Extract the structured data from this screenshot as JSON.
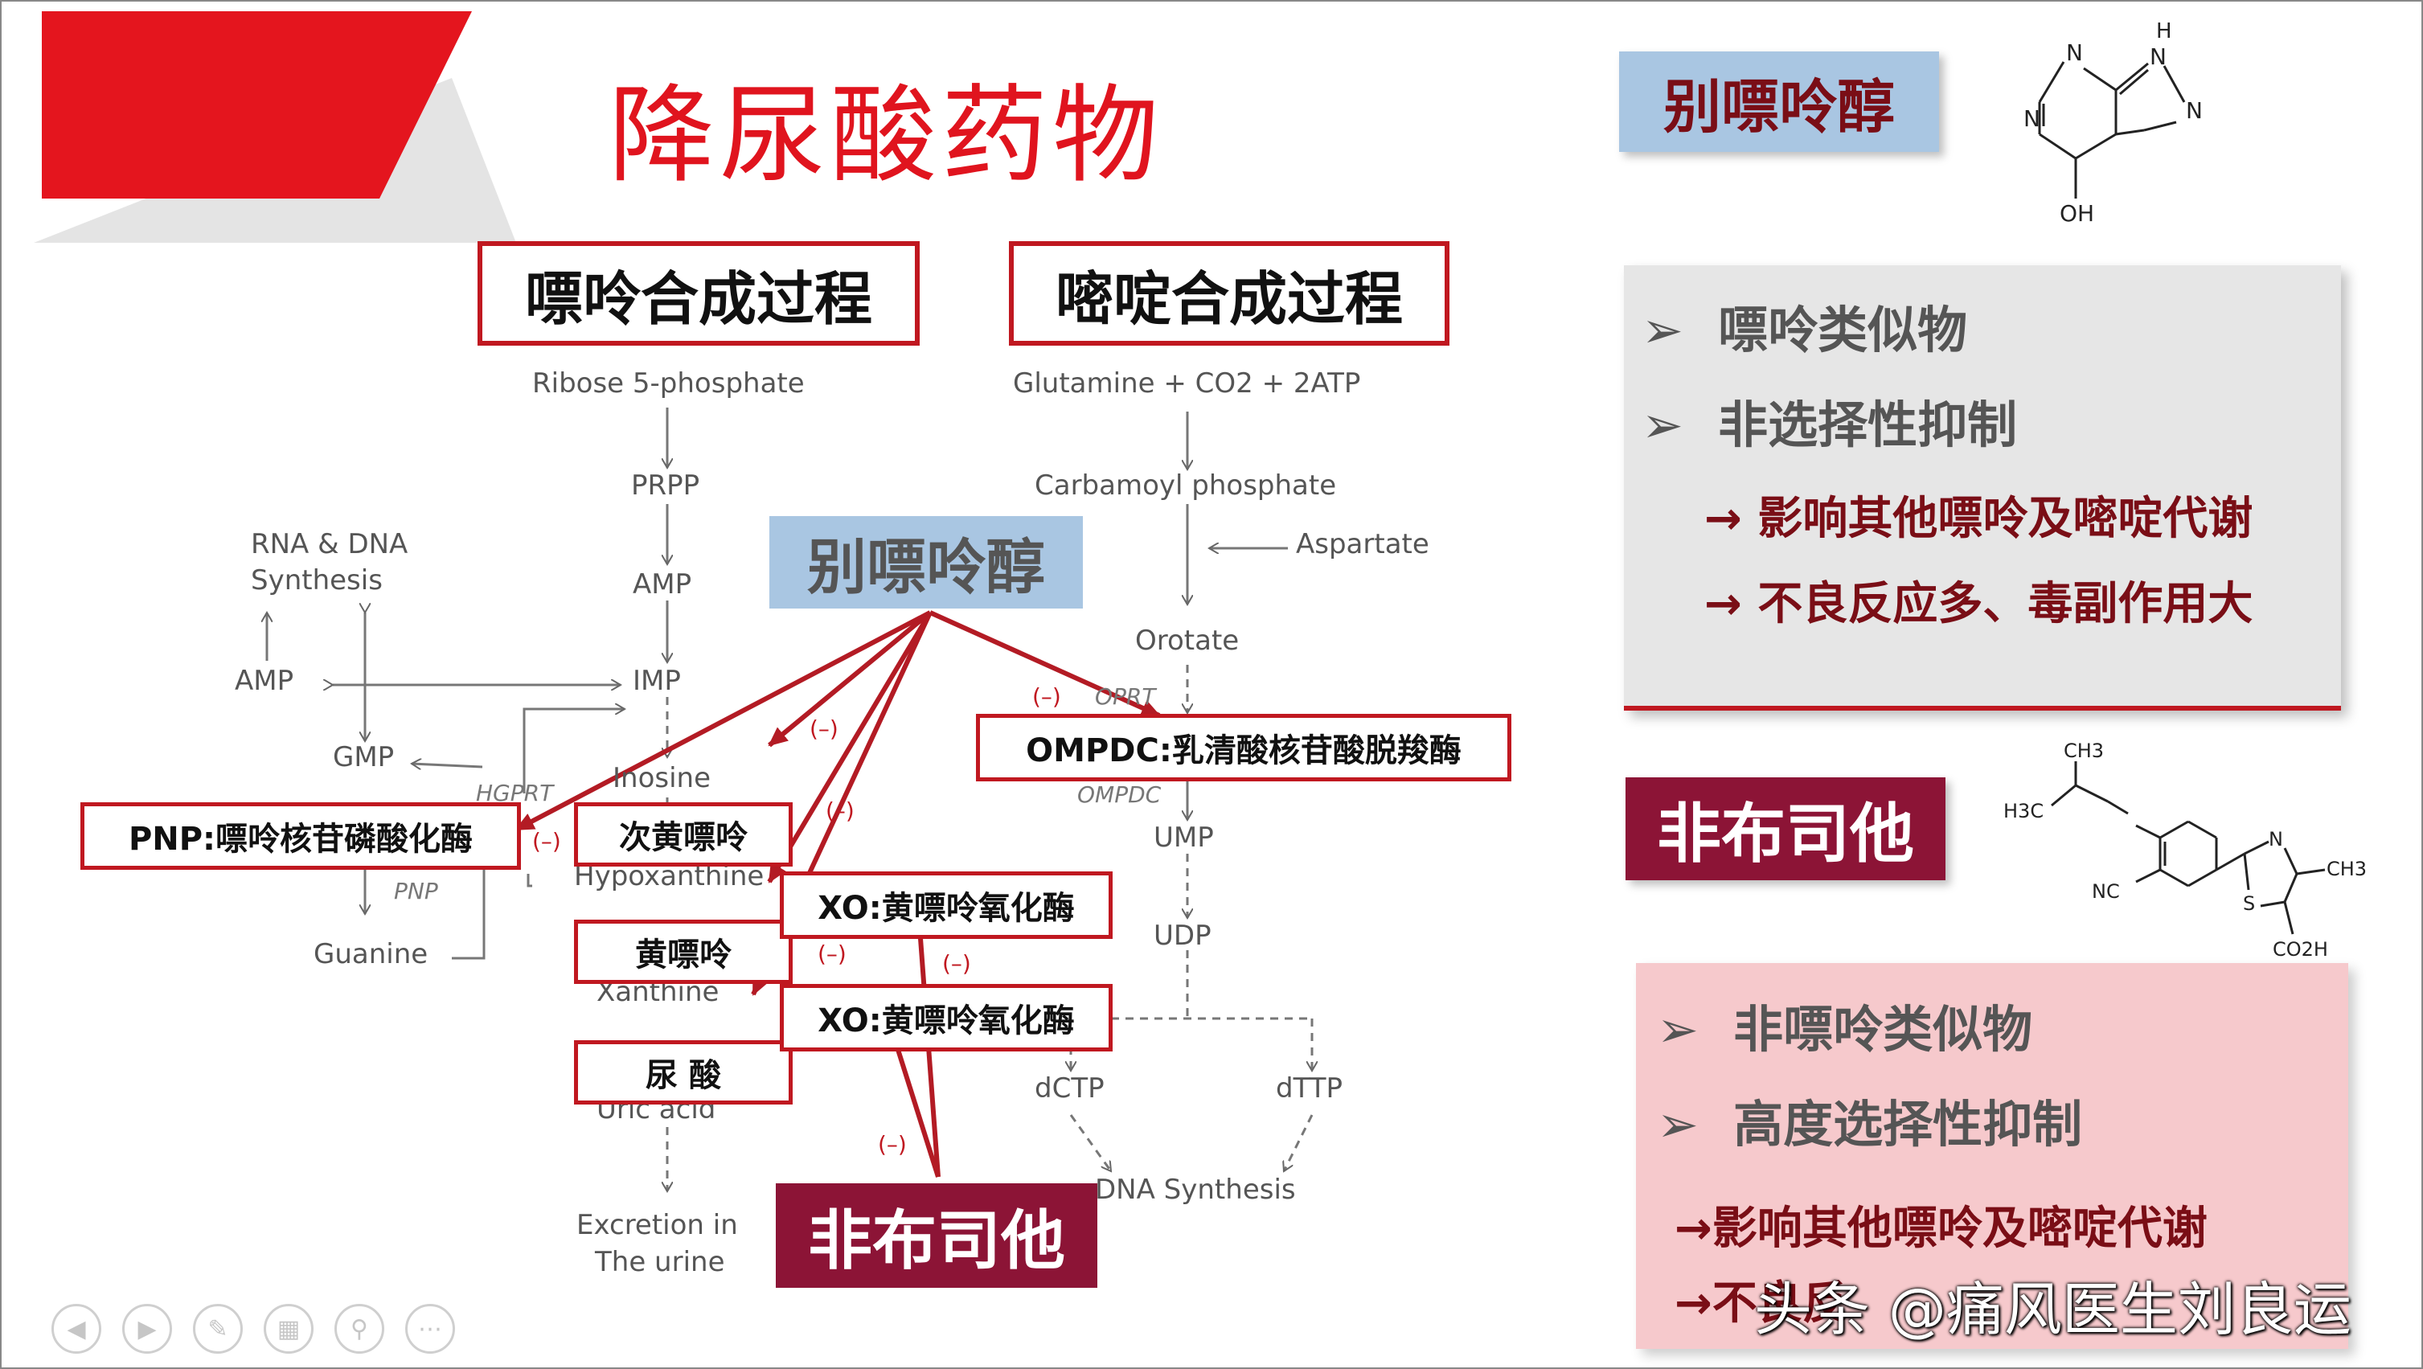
{
  "slide_title": "降尿酸药物",
  "headers": {
    "purine": "嘌呤合成过程",
    "pyrimidine": "嘧啶合成过程"
  },
  "purine_path": {
    "ribose": "Ribose 5-phosphate",
    "prpp": "PRPP",
    "amp_center": "AMP",
    "imp": "IMP",
    "rna_dna": "RNA & DNA",
    "synthesis": "Synthesis",
    "amp_left": "AMP",
    "gmp": "GMP",
    "hgprt": "HGPRT",
    "inosine": "Inosine",
    "pnp_italic": "PNP",
    "guanine": "Guanine",
    "hypoxanthine": "Hypoxanthine",
    "xanthine": "Xanthine",
    "uric_acid": "Uric acid",
    "excretion": "Excretion in",
    "urine": "The urine"
  },
  "pyrimidine_path": {
    "glutamine": "Glutamine + CO2 + 2ATP",
    "carbamoyl": "Carbamoyl phosphate",
    "aspartate": "Aspartate",
    "orotate": "Orotate",
    "oprt": "OPRT",
    "ompdc_italic": "OMPDC",
    "ump": "UMP",
    "udp": "UDP",
    "dctp": "dCTP",
    "dttp": "dTTP",
    "dna_synthesis": "DNA Synthesis"
  },
  "enzyme_boxes": {
    "pnp": "PNP:嘌呤核苷磷酸化酶",
    "hypoxanthine_cn": "次黄嘌呤",
    "xanthine_cn": "黄嘌呤",
    "uric_cn": "尿  酸",
    "xo1": "XO:黄嘌呤氧化酶",
    "xo2": "XO:黄嘌呤氧化酶",
    "ompdc": "OMPDC:乳清酸核苷酸脱羧酶"
  },
  "inhibit_mark": "(–)",
  "drug_allopurinol": "别嘌呤醇",
  "drug_febuxostat": "非布司他",
  "structure_allopurinol": {
    "n1": "N",
    "n2": "N",
    "n3": "N",
    "nh_h": "H",
    "nh_n": "N",
    "oh": "OH"
  },
  "structure_febuxostat": {
    "ch3a": "CH3",
    "h3c": "H3C",
    "nc": "NC",
    "n": "N",
    "s": "S",
    "ch3b": "CH3",
    "co2h": "CO2H"
  },
  "allopurinol_panel": {
    "bullet_marker": "➢",
    "bullets": [
      "嘌呤类似物",
      "非选择性抑制"
    ],
    "effects": [
      "→ 影响其他嘌呤及嘧啶代谢",
      "→ 不良反应多、毒副作用大"
    ]
  },
  "febuxostat_panel": {
    "bullet_marker": "➢",
    "bullets": [
      "非嘌呤类似物",
      "高度选择性抑制"
    ],
    "effects": [
      "→影响其他嘌呤及嘧啶代谢",
      "→不良反"
    ]
  },
  "watermark": "头条 @痛风医生刘良运",
  "nav_icons": [
    "prev-icon",
    "next-icon",
    "pen-icon",
    "gallery-icon",
    "zoom-icon",
    "more-icon"
  ],
  "colors": {
    "title_red": "#e0141e",
    "box_red": "#c01820",
    "wine": "#8c1436",
    "light_blue": "#a9c6e2",
    "panel_gray": "#e6e6e6",
    "panel_pink": "#f6c9cc"
  }
}
